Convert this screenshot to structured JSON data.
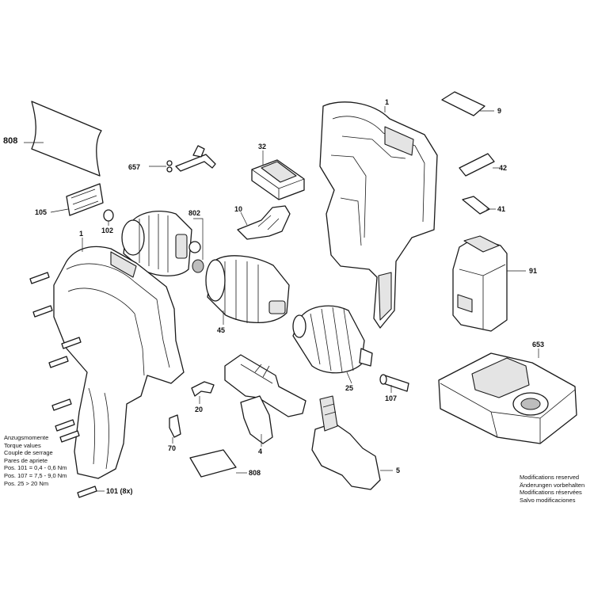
{
  "part_labels": {
    "p808_top": "808",
    "p1_top": "1",
    "p9": "9",
    "p657": "657",
    "p32": "32",
    "p42": "42",
    "p105": "105",
    "p102": "102",
    "p802": "802",
    "p10": "10",
    "p41": "41",
    "p1_left": "1",
    "p91": "91",
    "p45": "45",
    "p653": "653",
    "p25": "25",
    "p107": "107",
    "p20": "20",
    "p4": "4",
    "p70": "70",
    "p5": "5",
    "p808_bottom": "808",
    "p101": "101 (8x)"
  },
  "torque_note": {
    "lines": [
      "Anzugsmomente",
      "Torque values",
      "Couple de serrage",
      "Pares de apriete",
      "Pos. 101  = 0,4 - 0,6 Nm",
      "Pos. 107  = 7,5 - 9,0 Nm",
      "Pos. 25   > 20 Nm"
    ]
  },
  "modifications_note": {
    "lines": [
      "Modifications reserved",
      "Änderungen vorbehalten",
      "Modifications réservées",
      "Salvo modificaciones"
    ]
  }
}
